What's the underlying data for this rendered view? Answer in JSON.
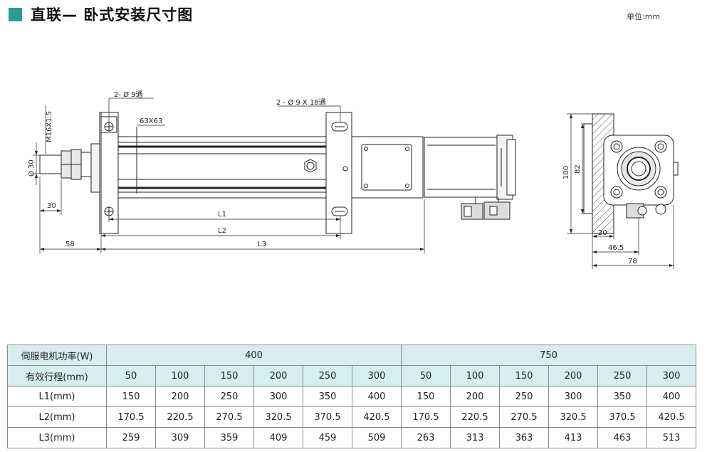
{
  "header": {
    "title": "直联— 卧式安装尺寸图",
    "unit": "单位:mm"
  },
  "drawing": {
    "labels": {
      "hole_left": "2- Ø 9通",
      "hole_right": "2 - Ø 9 X 18通",
      "section": "63X63",
      "thread": "M16X1.5",
      "rod_dia": "Ø 30",
      "l1": "L1",
      "l2": "L2",
      "l3": "L3",
      "d30": "30",
      "d58": "58",
      "d100": "100",
      "d82": "82",
      "d20": "20",
      "d46_5": "46.5",
      "d78": "78"
    }
  },
  "table": {
    "power_label": "伺服电机功率(W)",
    "power_400": "400",
    "power_750": "750",
    "stroke_label": "有效行程(mm)",
    "strokes": [
      "50",
      "100",
      "150",
      "200",
      "250",
      "300",
      "50",
      "100",
      "150",
      "200",
      "250",
      "300"
    ],
    "rows": [
      {
        "label": "L1(mm)",
        "values": [
          "150",
          "200",
          "250",
          "300",
          "350",
          "400",
          "150",
          "200",
          "250",
          "300",
          "350",
          "400"
        ]
      },
      {
        "label": "L2(mm)",
        "values": [
          "170.5",
          "220.5",
          "270.5",
          "320.5",
          "370.5",
          "420.5",
          "170.5",
          "220.5",
          "270.5",
          "320.5",
          "370.5",
          "420.5"
        ]
      },
      {
        "label": "L3(mm)",
        "values": [
          "259",
          "309",
          "359",
          "409",
          "459",
          "509",
          "263",
          "313",
          "363",
          "413",
          "463",
          "513"
        ]
      }
    ]
  }
}
